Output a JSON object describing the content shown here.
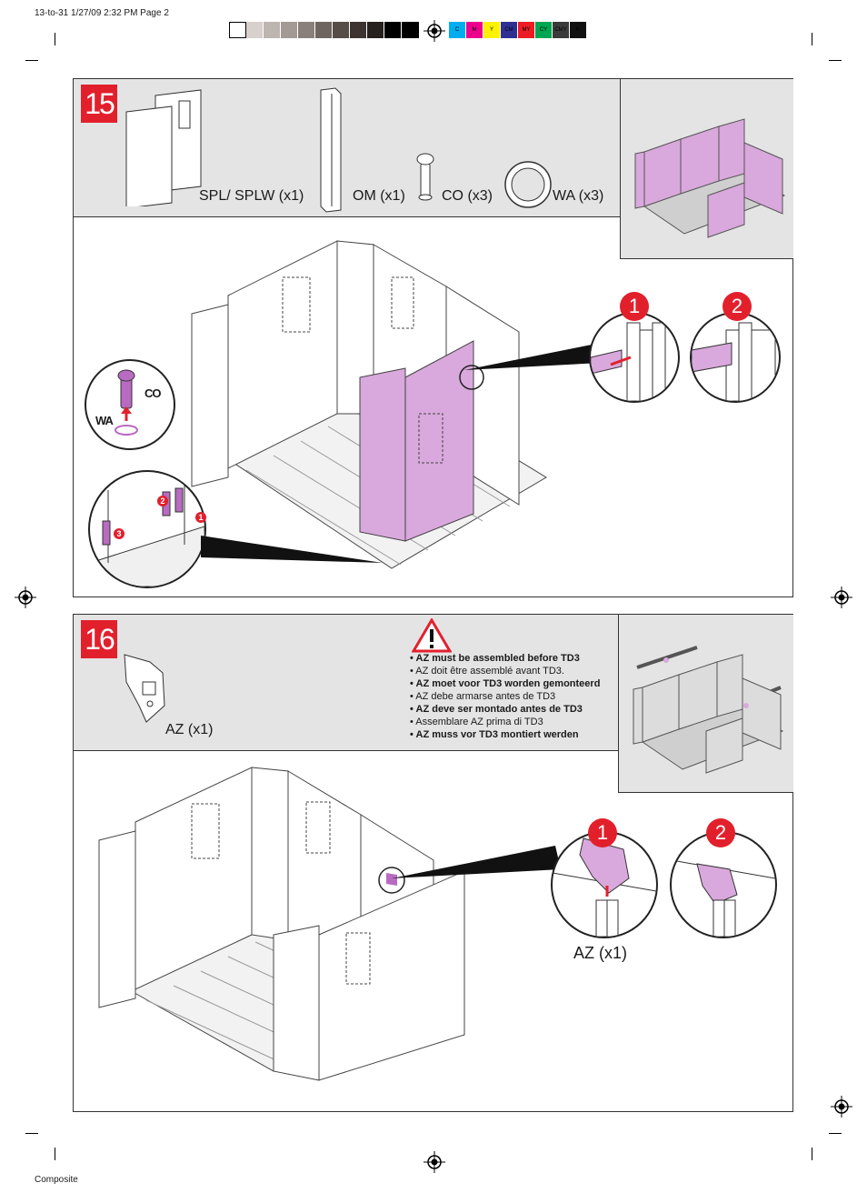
{
  "header": {
    "job_line": "13-to-31 1/27/09 2:32 PM Page 2"
  },
  "footer": {
    "label": "Composite"
  },
  "color_bar": {
    "labels": [
      "C",
      "M",
      "Y",
      "CM",
      "MY",
      "CY",
      "CMY",
      "K"
    ]
  },
  "brand": {
    "accent": "#e2202c",
    "highlight": "#d9a8dc",
    "panel_gray": "#e4e4e4"
  },
  "step15": {
    "number": "15",
    "parts": {
      "spl": "SPL/ SPLW (x1)",
      "om": "OM (x1)",
      "co": "CO (x3)",
      "wa": "WA (x3)"
    },
    "callout": {
      "co": "CO",
      "wa": "WA"
    },
    "badges": {
      "one": "1",
      "two": "2"
    },
    "seq": {
      "a": "1",
      "b": "2",
      "c": "3"
    }
  },
  "step16": {
    "number": "16",
    "parts": {
      "az": "AZ (x1)"
    },
    "detail_label": "AZ (x1)",
    "badges": {
      "one": "1",
      "two": "2"
    },
    "warning": [
      "• AZ must be assembled before TD3",
      "• AZ doit être assemblé avant TD3.",
      "• AZ moet voor TD3 worden gemonteerd",
      "• AZ debe armarse antes de TD3",
      "• AZ deve ser montado antes de TD3",
      "• Assemblare AZ prima di TD3",
      "• AZ muss vor TD3 montiert werden"
    ]
  }
}
